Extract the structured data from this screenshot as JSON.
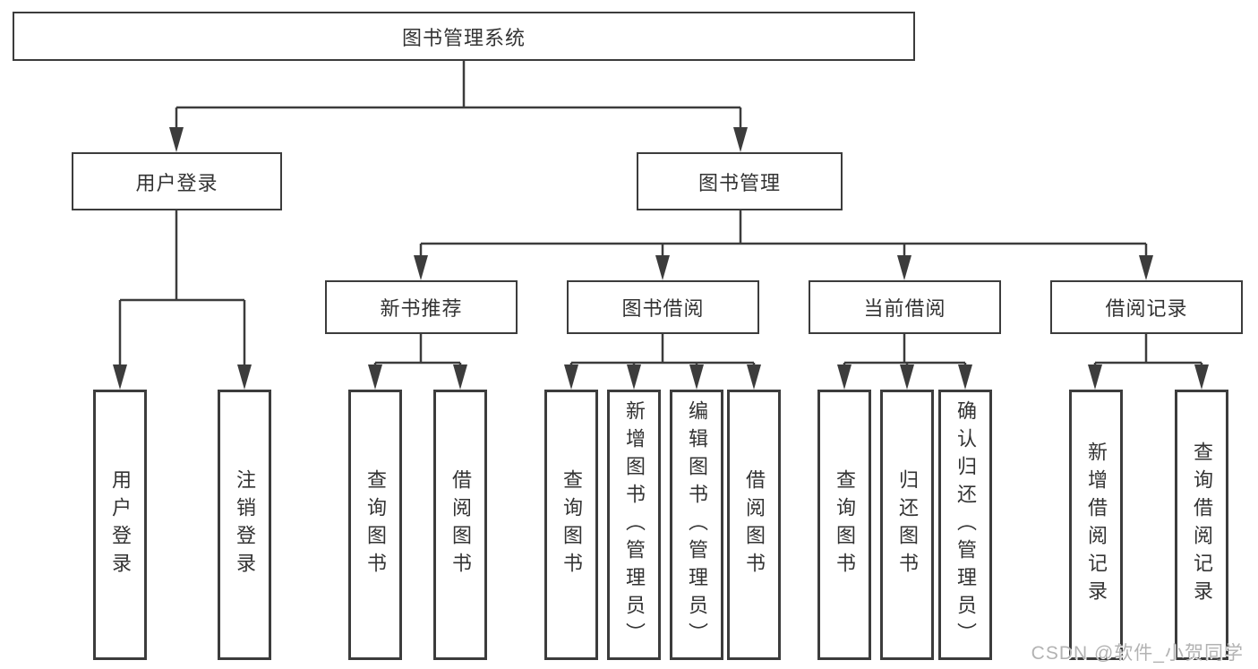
{
  "colors": {
    "line": "#3c3c3c",
    "text": "#333333",
    "background": "#ffffff",
    "watermark": "#b3b3b3"
  },
  "watermark": "CSDN @软件_小贺同学",
  "tree": {
    "root": "图书管理系统",
    "branches": [
      {
        "label": "用户登录",
        "leaves": [
          "用户登录",
          "注销登录"
        ]
      },
      {
        "label": "图书管理",
        "groups": [
          {
            "label": "新书推荐",
            "leaves": [
              "查询图书",
              "借阅图书"
            ]
          },
          {
            "label": "图书借阅",
            "leaves": [
              "查询图书",
              "新增图书（管理员）",
              "编辑图书（管理员）",
              "借阅图书"
            ]
          },
          {
            "label": "当前借阅",
            "leaves": [
              "查询图书",
              "归还图书",
              "确认归还（管理员）"
            ]
          },
          {
            "label": "借阅记录",
            "leaves": [
              "新增借阅记录",
              "查询借阅记录"
            ]
          }
        ]
      }
    ]
  }
}
